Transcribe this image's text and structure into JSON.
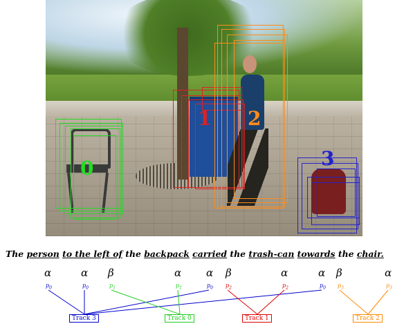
{
  "sentence": {
    "words": [
      {
        "text": "The",
        "underline": false
      },
      {
        "text": "person",
        "underline": true
      },
      {
        "text": "to the left of",
        "underline": true
      },
      {
        "text": "the",
        "underline": false
      },
      {
        "text": "backpack",
        "underline": true
      },
      {
        "text": "carried",
        "underline": true
      },
      {
        "text": "the",
        "underline": false
      },
      {
        "text": "trash-can",
        "underline": true
      },
      {
        "text": "towards",
        "underline": true
      },
      {
        "text": "the",
        "underline": false
      },
      {
        "text": "chair.",
        "underline": true
      }
    ],
    "roles": [
      "α",
      "α",
      "β",
      "α",
      "α",
      "β",
      "α",
      "α",
      "β",
      "α"
    ]
  },
  "tracks": [
    {
      "label": "Track 3",
      "color": "#0000cc",
      "number": "3"
    },
    {
      "label": "Track 0",
      "color": "#00cc00",
      "number": "0"
    },
    {
      "label": "Track 1",
      "color": "#dd0000",
      "number": "1"
    },
    {
      "label": "Track 2",
      "color": "#ff8800",
      "number": "2"
    }
  ],
  "participants": [
    {
      "p": "p",
      "i": "0",
      "color": "#0000cc"
    },
    {
      "p": "p",
      "i": "0",
      "color": "#0000cc"
    },
    {
      "p": "p",
      "i": "1",
      "color": "#00cc00"
    },
    {
      "p": "p",
      "i": "1",
      "color": "#00cc00"
    },
    {
      "p": "p",
      "i": "0",
      "color": "#0000cc"
    },
    {
      "p": "p",
      "i": "2",
      "color": "#dd0000"
    },
    {
      "p": "p",
      "i": "2",
      "color": "#dd0000"
    },
    {
      "p": "p",
      "i": "0",
      "color": "#0000cc"
    },
    {
      "p": "p",
      "i": "3",
      "color": "#ff8800"
    },
    {
      "p": "p",
      "i": "3",
      "color": "#ff8800"
    }
  ]
}
